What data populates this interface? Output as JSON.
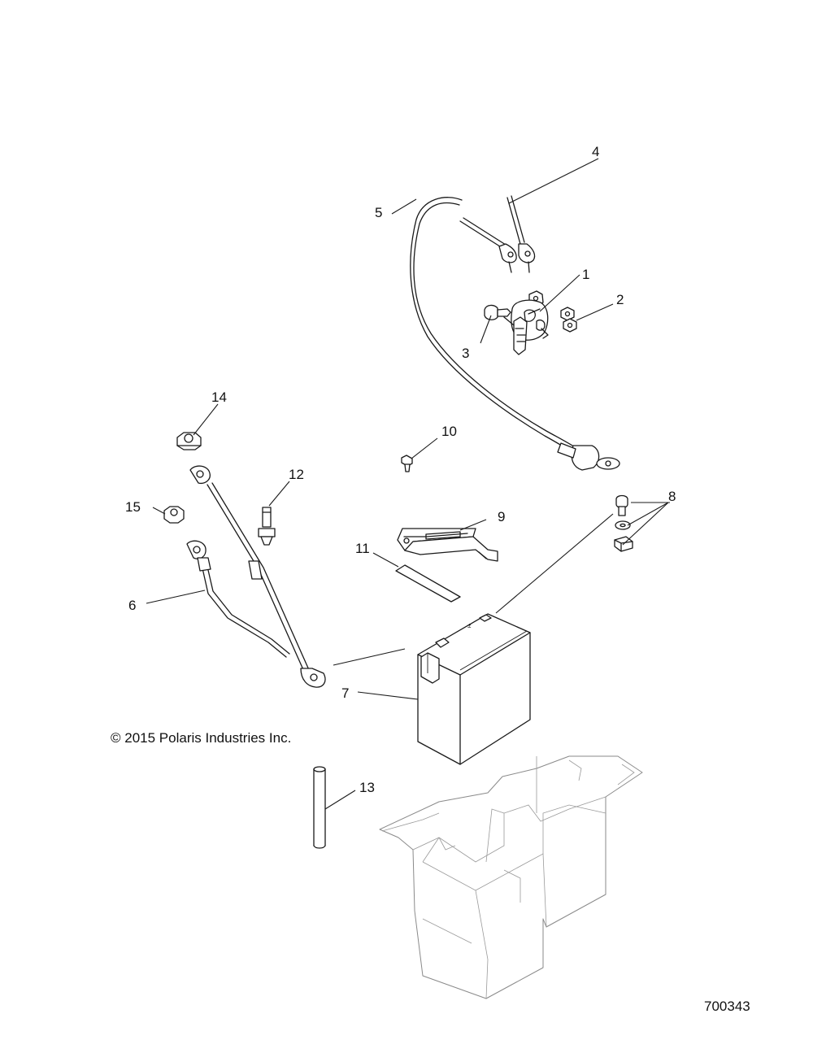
{
  "callouts": {
    "c1": "1",
    "c2": "2",
    "c3": "3",
    "c4": "4",
    "c5": "5",
    "c6": "6",
    "c7": "7",
    "c8": "8",
    "c9": "9",
    "c10": "10",
    "c11": "11",
    "c12": "12",
    "c13": "13",
    "c14": "14",
    "c15": "15"
  },
  "copyright": "© 2015 Polaris Industries Inc.",
  "diagram_number": "700343"
}
